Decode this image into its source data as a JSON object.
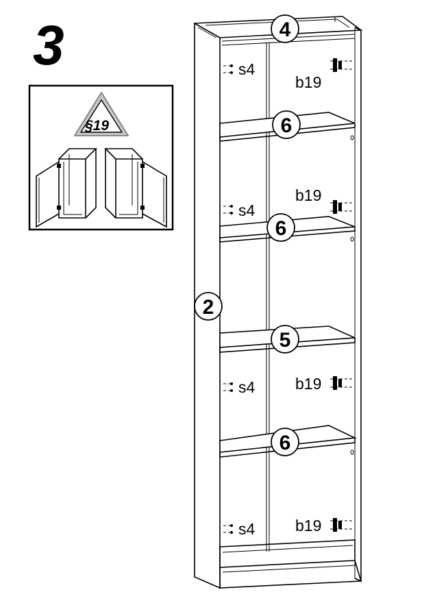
{
  "step": {
    "number": "3"
  },
  "warning": {
    "label": "§19"
  },
  "parts": {
    "side_panel": "2",
    "top_panel": "4",
    "shelf_5": "5",
    "shelf_6": "6"
  },
  "hardware": {
    "shelf_pin": "s4",
    "hinge": "b19"
  }
}
